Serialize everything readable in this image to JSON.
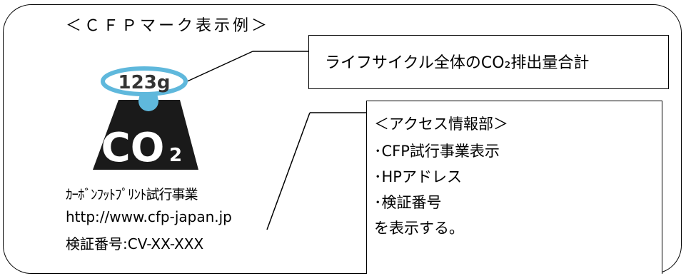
{
  "title": "＜ＣＦＰマーク表示例＞",
  "mark": {
    "weight": "123g",
    "co2_main": "CO",
    "co2_sub": "2",
    "colors": {
      "ring": "#5fb8dc",
      "drop": "#5fb8dc",
      "base": "#1a1a1a"
    }
  },
  "meta": {
    "program": "ｶｰﾎﾞﾝﾌｯﾄﾌﾟﾘﾝﾄ試行事業",
    "url": "http://www.cfp-japan.jp",
    "verification": "検証番号:CV-XX-XXX"
  },
  "callout_top": {
    "text": "ライフサイクル全体のCO₂排出量合計"
  },
  "callout_bottom": {
    "lines": [
      "＜アクセス情報部＞",
      "･CFP試行事業表示",
      "･HPアドレス",
      "･検証番号",
      "を表示する。"
    ]
  }
}
